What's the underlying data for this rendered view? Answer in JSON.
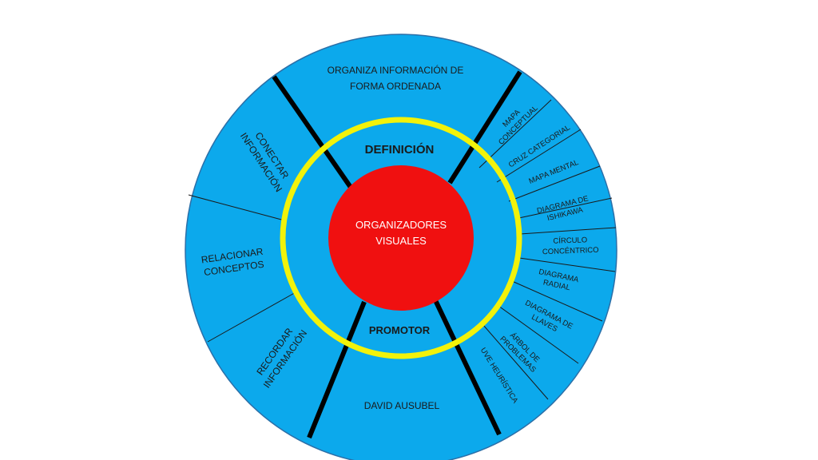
{
  "center": {
    "line1": "ORGANIZADORES",
    "line2": "VISUALES"
  },
  "ring_labels": {
    "top": "DEFINICIÓN",
    "bottom": "PROMOTOR"
  },
  "sectors": {
    "definicion_line1": "ORGANIZA INFORMACIÓN DE",
    "definicion_line2": "FORMA ORDENADA",
    "promotor": "DAVID AUSUBEL",
    "conectar_line1": "CONECTAR",
    "conectar_line2": "INFORMACIÓN",
    "relacionar_line1": "RELACIONAR",
    "relacionar_line2": "CONCEPTOS",
    "recordar_line1": "RECORDAR",
    "recordar_line2": "INFORMACIÓN"
  },
  "types": {
    "t1_line1": "MAPA",
    "t1_line2": "CONCEPTUAL",
    "t2": "CRUZ CATEGORIAL",
    "t3": "MAPA MENTAL",
    "t4_line1": "DIAGRAMA DE",
    "t4_line2": "ISHIKAWA",
    "t5_line1": "CÍRCULO",
    "t5_line2": "CONCÉNTRICO",
    "t6_line1": "DIAGRAMA",
    "t6_line2": "RADIAL",
    "t7_line1": "DIAGRAMA DE",
    "t7_line2": "LLAVES",
    "t8_line1": "ÁRBOL DE",
    "t8_line2": "PROBLEMAS",
    "t9": "UVE HEURÍSTICA"
  },
  "colors": {
    "outer": "#0ca9ec",
    "outline": "#2b6fa8",
    "ring": "#f2f20a",
    "center": "#f01010",
    "thick": "#000000"
  }
}
